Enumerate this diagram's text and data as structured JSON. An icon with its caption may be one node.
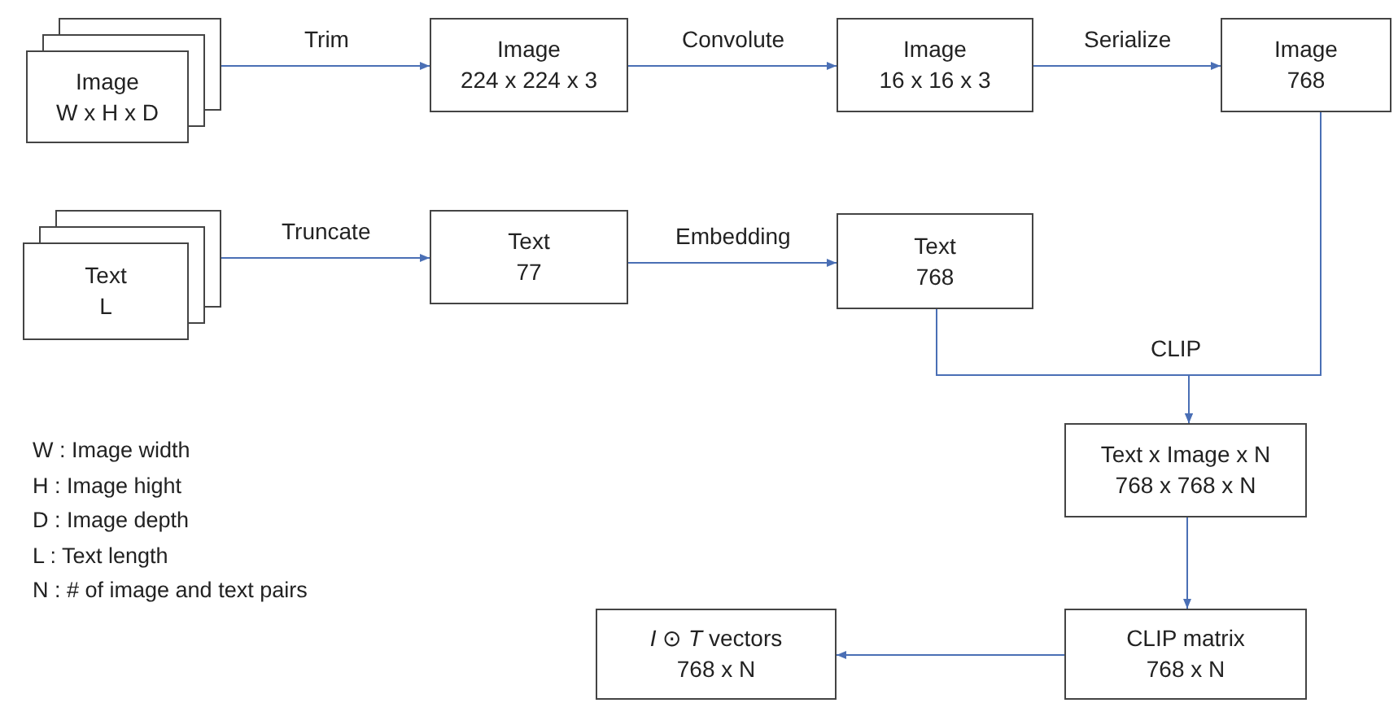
{
  "diagram": {
    "nodes": [
      {
        "text": [
          "Image",
          "W x H x D"
        ]
      },
      {
        "text": [
          "Image",
          "224 x 224 x 3"
        ]
      },
      {
        "text": [
          "Image",
          "16 x 16 x 3"
        ]
      },
      {
        "text": [
          "Image",
          "768"
        ]
      },
      {
        "text": [
          "Text",
          "L"
        ]
      },
      {
        "text": [
          "Text",
          "77"
        ]
      },
      {
        "text": [
          "Text",
          "768"
        ]
      },
      {
        "text": [
          "Text x Image x N",
          "768 x 768 x N"
        ]
      },
      {
        "text": [
          "CLIP matrix",
          "768 x N"
        ]
      },
      {
        "text": [
          "*I* ⊙ *T* vectors",
          "768 x N"
        ]
      }
    ],
    "edges": [
      {
        "from": 0,
        "to": 1,
        "arrow": "to",
        "label": "Trim"
      },
      {
        "from": 1,
        "to": 2,
        "arrow": "to",
        "label": "Convolute"
      },
      {
        "from": 2,
        "to": 3,
        "arrow": "to",
        "label": "Serialize"
      },
      {
        "from": 4,
        "to": 5,
        "arrow": "to",
        "label": "Truncate"
      },
      {
        "from": 5,
        "to": 6,
        "arrow": "to",
        "label": "Embedding"
      },
      {
        "from": 6,
        "to": 7,
        "arrow": "to"
      },
      {
        "from": 3,
        "to": 7,
        "arrow": "to",
        "label": "CLIP"
      },
      {
        "from": 7,
        "to": 8,
        "arrow": "to"
      },
      {
        "from": 8,
        "to": 9,
        "arrow": "to"
      }
    ],
    "labels": [
      "W : Image width",
      "H : Image hight",
      "D : Image depth",
      "L : Text length",
      "N : # of image and text pairs"
    ]
  }
}
